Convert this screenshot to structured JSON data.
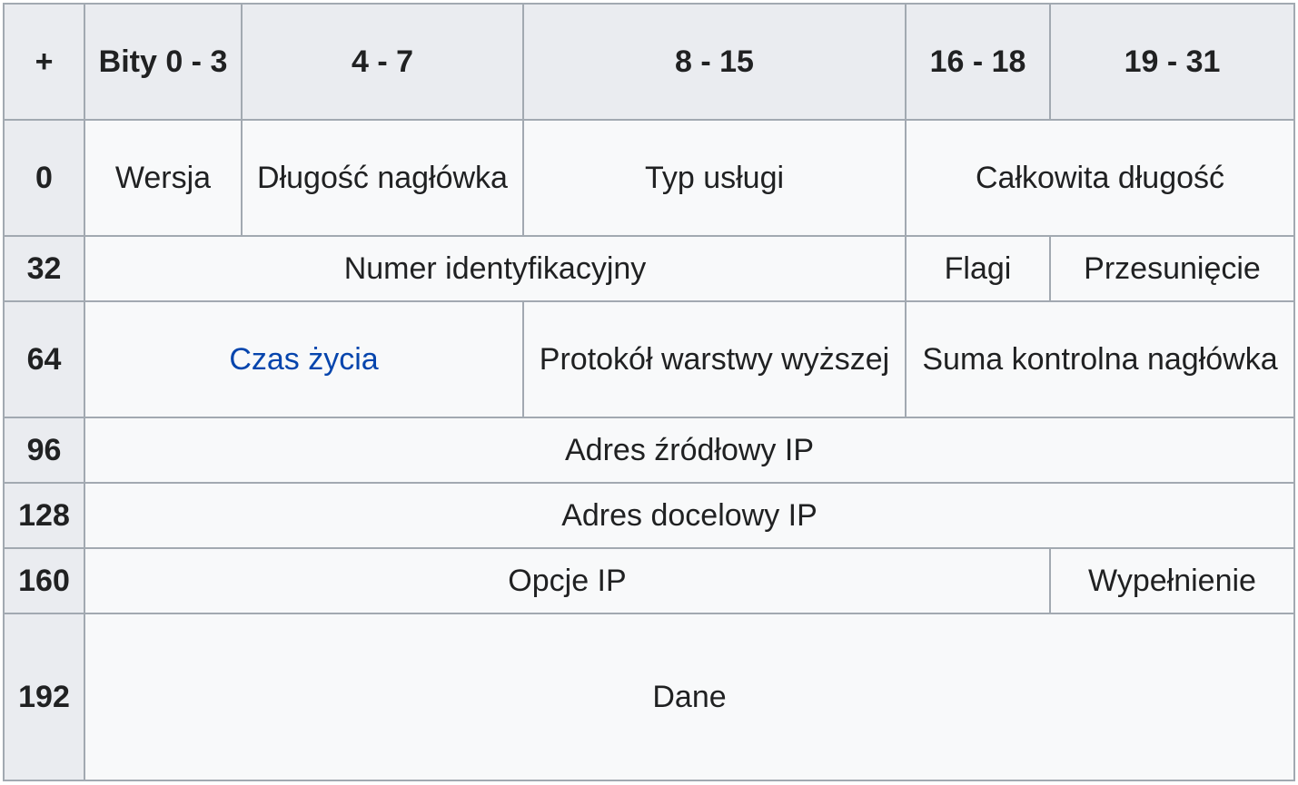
{
  "table": {
    "corner": "+",
    "columns": [
      "Bity 0 - 3",
      "4 - 7",
      "8 - 15",
      "16 - 18",
      "19 - 31"
    ],
    "rows": [
      {
        "offset": "0",
        "fields": {
          "version": "Wersja",
          "header_length": "Długość nagłówka",
          "service_type": "Typ usługi",
          "total_length": "Całkowita długość"
        }
      },
      {
        "offset": "32",
        "fields": {
          "identification": "Numer identyfikacyjny",
          "flags": "Flagi",
          "fragment_offset": "Przesunięcie"
        }
      },
      {
        "offset": "64",
        "fields": {
          "ttl": "Czas życia",
          "protocol": "Protokół warstwy wyższej",
          "checksum": "Suma kontrolna nagłówka"
        }
      },
      {
        "offset": "96",
        "fields": {
          "source_address": "Adres źródłowy IP"
        }
      },
      {
        "offset": "128",
        "fields": {
          "destination_address": "Adres docelowy IP"
        }
      },
      {
        "offset": "160",
        "fields": {
          "options": "Opcje IP",
          "padding": "Wypełnienie"
        }
      },
      {
        "offset": "192",
        "fields": {
          "data": "Dane"
        }
      }
    ]
  },
  "colors": {
    "header_bg": "#eaecf0",
    "cell_bg": "#f8f9fa",
    "border": "#a2a9b1",
    "text": "#202122",
    "link": "#0645ad"
  }
}
